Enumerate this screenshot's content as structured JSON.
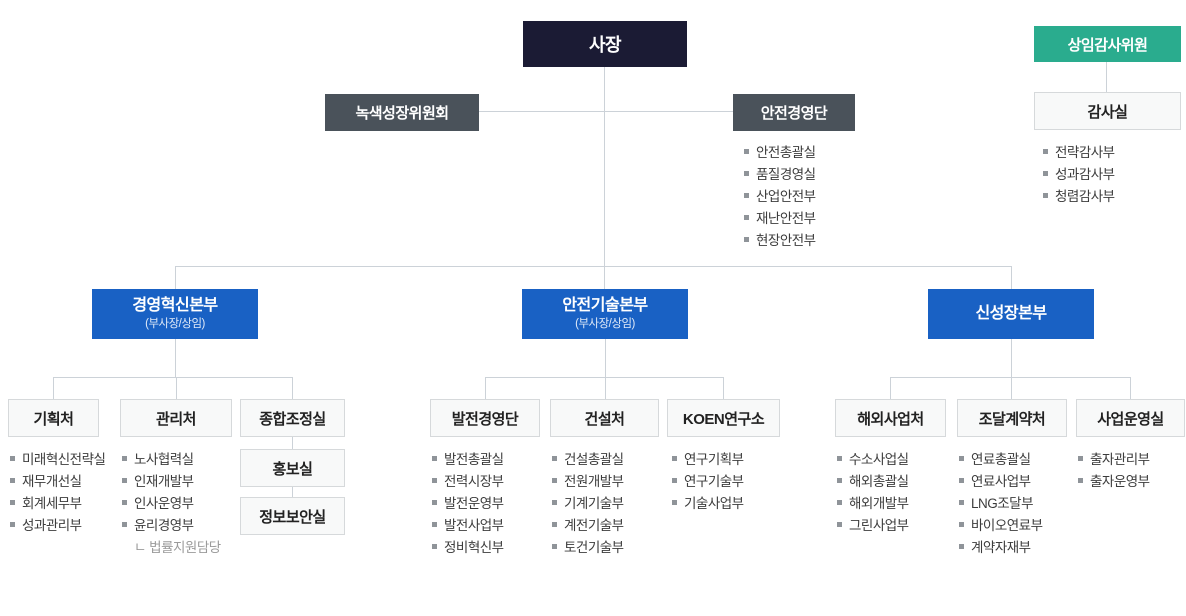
{
  "colors": {
    "ceo_box": "#1b1b34",
    "committee_box": "#4a525a",
    "standing_audit_box": "#2aac8e",
    "division_box": "#1961c4",
    "light_box_bg": "#f8f9f9",
    "light_box_border": "#d6d9db",
    "connector_line": "#ccd2d8"
  },
  "ceo": {
    "label": "사장"
  },
  "green_growth_committee": {
    "label": "녹색성장위원회"
  },
  "safety_management_group": {
    "label": "안전경영단",
    "items": [
      "안전총괄실",
      "품질경영실",
      "산업안전부",
      "재난안전부",
      "현장안전부"
    ]
  },
  "standing_audit": {
    "committee_label": "상임감사위원",
    "office_label": "감사실",
    "items": [
      "전략감사부",
      "성과감사부",
      "청렴감사부"
    ]
  },
  "divisions": [
    {
      "label": "경영혁신본부",
      "sub_label": "(부사장/상임)",
      "children": [
        {
          "label": "기획처",
          "items": [
            "미래혁신전략실",
            "재무개선실",
            "회계세무부",
            "성과관리부"
          ]
        },
        {
          "label": "관리처",
          "items": [
            "노사협력실",
            "인재개발부",
            "인사운영부",
            "윤리경영부"
          ],
          "note": "ㄴ 법률지원담당"
        },
        {
          "label": "종합조정실",
          "chain": [
            "홍보실",
            "정보보안실"
          ]
        }
      ]
    },
    {
      "label": "안전기술본부",
      "sub_label": "(부사장/상임)",
      "children": [
        {
          "label": "발전경영단",
          "items": [
            "발전총괄실",
            "전력시장부",
            "발전운영부",
            "발전사업부",
            "정비혁신부"
          ]
        },
        {
          "label": "건설처",
          "items": [
            "건설총괄실",
            "전원개발부",
            "기계기술부",
            "계전기술부",
            "토건기술부"
          ]
        },
        {
          "label": "KOEN연구소",
          "items": [
            "연구기획부",
            "연구기술부",
            "기술사업부"
          ]
        }
      ]
    },
    {
      "label": "신성장본부",
      "children": [
        {
          "label": "해외사업처",
          "items": [
            "수소사업실",
            "해외총괄실",
            "해외개발부",
            "그린사업부"
          ]
        },
        {
          "label": "조달계약처",
          "items": [
            "연료총괄실",
            "연료사업부",
            "LNG조달부",
            "바이오연료부",
            "계약자재부"
          ]
        },
        {
          "label": "사업운영실",
          "items": [
            "출자관리부",
            "출자운영부"
          ]
        }
      ]
    }
  ]
}
